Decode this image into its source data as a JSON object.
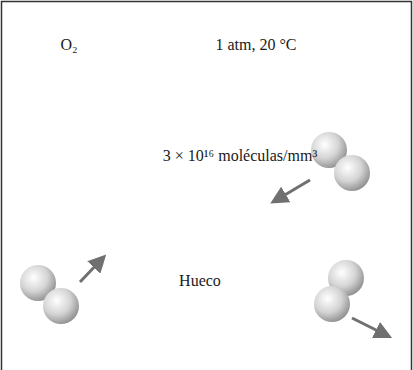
{
  "diagram": {
    "labels": [
      "O₂",
      "1 atm, 20 °C",
      "3 × 10¹⁶ moléculas/mm³",
      "Hueco"
    ]
  }
}
